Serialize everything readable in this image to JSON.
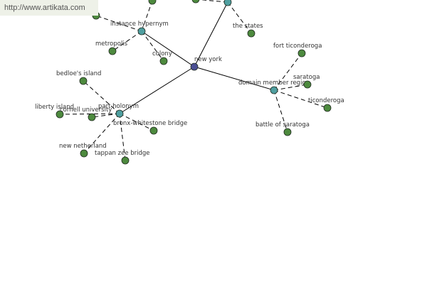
{
  "watermark": {
    "text": "http://www.artikata.com"
  },
  "colors": {
    "center_node": "#4a4e93",
    "relation_node": "#4f9fa0",
    "leaf_node": "#4d8a3e",
    "edge": "#000000"
  },
  "graph": {
    "nodes": [
      {
        "id": "new-york",
        "label": "new york",
        "kind": "center"
      },
      {
        "id": "instance-hypernym",
        "label": "instance hypernym",
        "kind": "relation"
      },
      {
        "id": "domain-member-region",
        "label": "domain member region",
        "kind": "relation"
      },
      {
        "id": "part-holonym",
        "label": "part holonym",
        "kind": "relation"
      },
      {
        "id": "top-relation",
        "label": "",
        "kind": "relation"
      },
      {
        "id": "the-states",
        "label": "the states",
        "kind": "leaf"
      },
      {
        "id": "metropolis",
        "label": "metropolis",
        "kind": "leaf"
      },
      {
        "id": "colony",
        "label": "colony",
        "kind": "leaf"
      },
      {
        "id": "top-leaf-1",
        "label": "",
        "kind": "leaf"
      },
      {
        "id": "top-leaf-2",
        "label": "",
        "kind": "leaf"
      },
      {
        "id": "top-leaf-3",
        "label": "",
        "kind": "leaf"
      },
      {
        "id": "fort-ticonderoga",
        "label": "fort ticonderoga",
        "kind": "leaf"
      },
      {
        "id": "saratoga",
        "label": "saratoga",
        "kind": "leaf"
      },
      {
        "id": "ticonderoga",
        "label": "ticonderoga",
        "kind": "leaf"
      },
      {
        "id": "battle-of-saratoga",
        "label": "battle of saratoga",
        "kind": "leaf"
      },
      {
        "id": "bedloes-island",
        "label": "bedloe's island",
        "kind": "leaf"
      },
      {
        "id": "liberty-island",
        "label": "liberty island",
        "kind": "leaf"
      },
      {
        "id": "cornell-university",
        "label": "cornell university",
        "kind": "leaf"
      },
      {
        "id": "bronx-whitestone-bridge",
        "label": "bronx-whitestone bridge",
        "kind": "leaf"
      },
      {
        "id": "new-netherland",
        "label": "new netherland",
        "kind": "leaf"
      },
      {
        "id": "tappan-zee-bridge",
        "label": "tappan zee bridge",
        "kind": "leaf"
      }
    ],
    "edges": [
      {
        "from": "new-york",
        "to": "instance-hypernym",
        "style": "solid"
      },
      {
        "from": "new-york",
        "to": "top-relation",
        "style": "solid"
      },
      {
        "from": "new-york",
        "to": "domain-member-region",
        "style": "solid"
      },
      {
        "from": "new-york",
        "to": "part-holonym",
        "style": "solid"
      },
      {
        "from": "instance-hypernym",
        "to": "metropolis",
        "style": "dashed"
      },
      {
        "from": "instance-hypernym",
        "to": "colony",
        "style": "dashed"
      },
      {
        "from": "instance-hypernym",
        "to": "top-leaf-1",
        "style": "dashed"
      },
      {
        "from": "instance-hypernym",
        "to": "top-leaf-2",
        "style": "dashed"
      },
      {
        "from": "top-relation",
        "to": "the-states",
        "style": "dashed"
      },
      {
        "from": "top-relation",
        "to": "top-leaf-3",
        "style": "dashed"
      },
      {
        "from": "domain-member-region",
        "to": "fort-ticonderoga",
        "style": "dashed"
      },
      {
        "from": "domain-member-region",
        "to": "saratoga",
        "style": "dashed"
      },
      {
        "from": "domain-member-region",
        "to": "ticonderoga",
        "style": "dashed"
      },
      {
        "from": "domain-member-region",
        "to": "battle-of-saratoga",
        "style": "dashed"
      },
      {
        "from": "part-holonym",
        "to": "bedloes-island",
        "style": "dashed"
      },
      {
        "from": "part-holonym",
        "to": "liberty-island",
        "style": "dashed"
      },
      {
        "from": "part-holonym",
        "to": "cornell-university",
        "style": "dashed"
      },
      {
        "from": "part-holonym",
        "to": "bronx-whitestone-bridge",
        "style": "dashed"
      },
      {
        "from": "part-holonym",
        "to": "new-netherland",
        "style": "dashed"
      },
      {
        "from": "part-holonym",
        "to": "tappan-zee-bridge",
        "style": "dashed"
      }
    ]
  }
}
